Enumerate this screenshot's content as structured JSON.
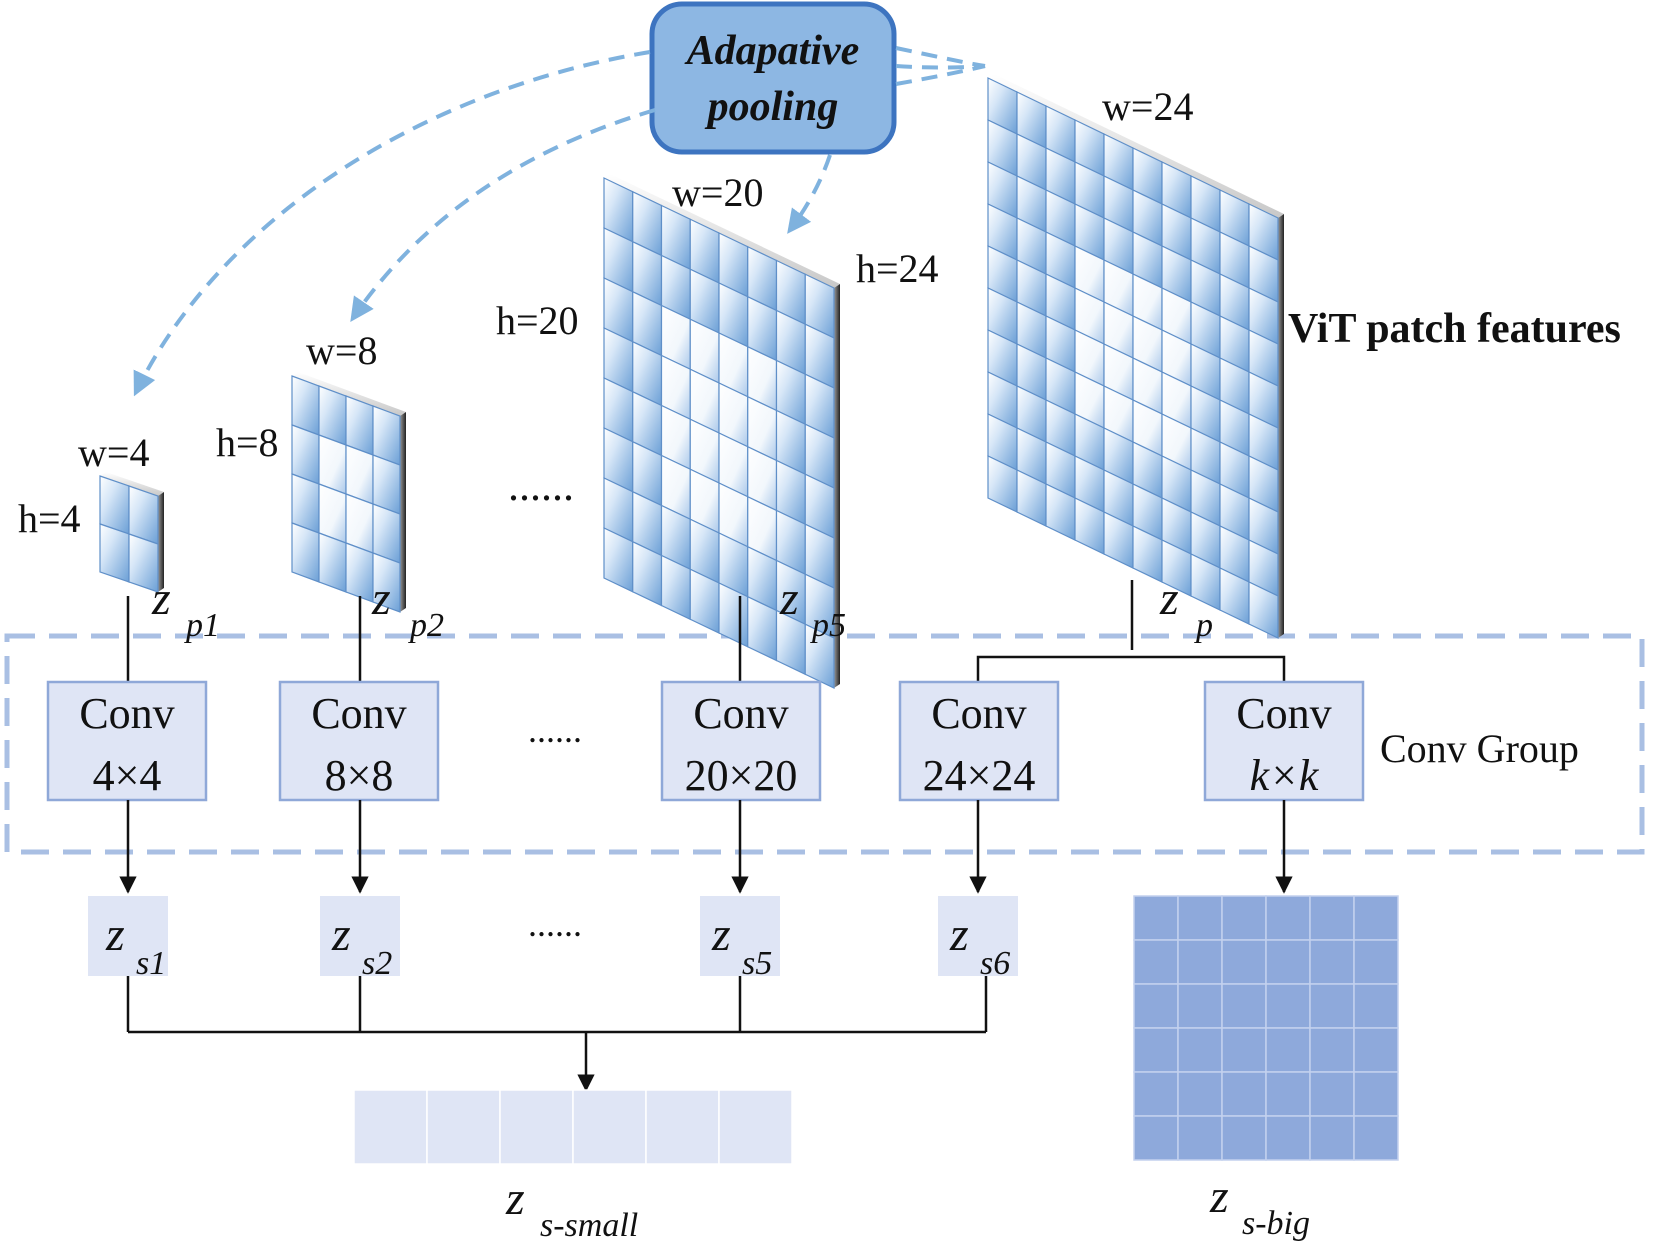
{
  "pooling": {
    "line1": "Adapative",
    "line2": "pooling"
  },
  "vit_label": "ViT patch features",
  "conv_group_label": "Conv Group",
  "ellipsis": "......",
  "feature_maps": [
    {
      "id": "p1",
      "w_label": "w=4",
      "h_label": "h=4",
      "grid": 2,
      "z_base": "z",
      "z_sub": "p1"
    },
    {
      "id": "p2",
      "w_label": "w=8",
      "h_label": "h=8",
      "grid": 4,
      "z_base": "z",
      "z_sub": "p2"
    },
    {
      "id": "p5",
      "w_label": "w=20",
      "h_label": "h=20",
      "grid": 8,
      "z_base": "z",
      "z_sub": "p5"
    },
    {
      "id": "p",
      "w_label": "w=24",
      "h_label": "h=24",
      "grid": 10,
      "z_base": "z",
      "z_sub": "p"
    }
  ],
  "convs": [
    {
      "title": "Conv",
      "size": "4×4"
    },
    {
      "title": "Conv",
      "size": "8×8"
    },
    {
      "title": "Conv",
      "size": "20×20"
    },
    {
      "title": "Conv",
      "size": "24×24"
    },
    {
      "title": "Conv",
      "size": "k×k"
    }
  ],
  "outputs": [
    {
      "z_base": "z",
      "z_sub": "s1"
    },
    {
      "z_base": "z",
      "z_sub": "s2"
    },
    {
      "z_base": "z",
      "z_sub": "s5"
    },
    {
      "z_base": "z",
      "z_sub": "s6"
    }
  ],
  "small_vector": {
    "z_base": "z",
    "z_sub": "s-small",
    "cells": 6
  },
  "big_grid": {
    "z_base": "z",
    "z_sub": "s-big",
    "rows": 6,
    "cols": 6
  },
  "colors": {
    "pool_fill": "#8db7e3",
    "pool_stroke": "#3d74c0",
    "dash": "#7fb2de",
    "group_dash": "#a9bfe3",
    "conv_fill": "#dfe5f5",
    "conv_stroke": "#8fa8d8",
    "out_fill": "#dfe5f5",
    "big_fill": "#8ea9db"
  }
}
